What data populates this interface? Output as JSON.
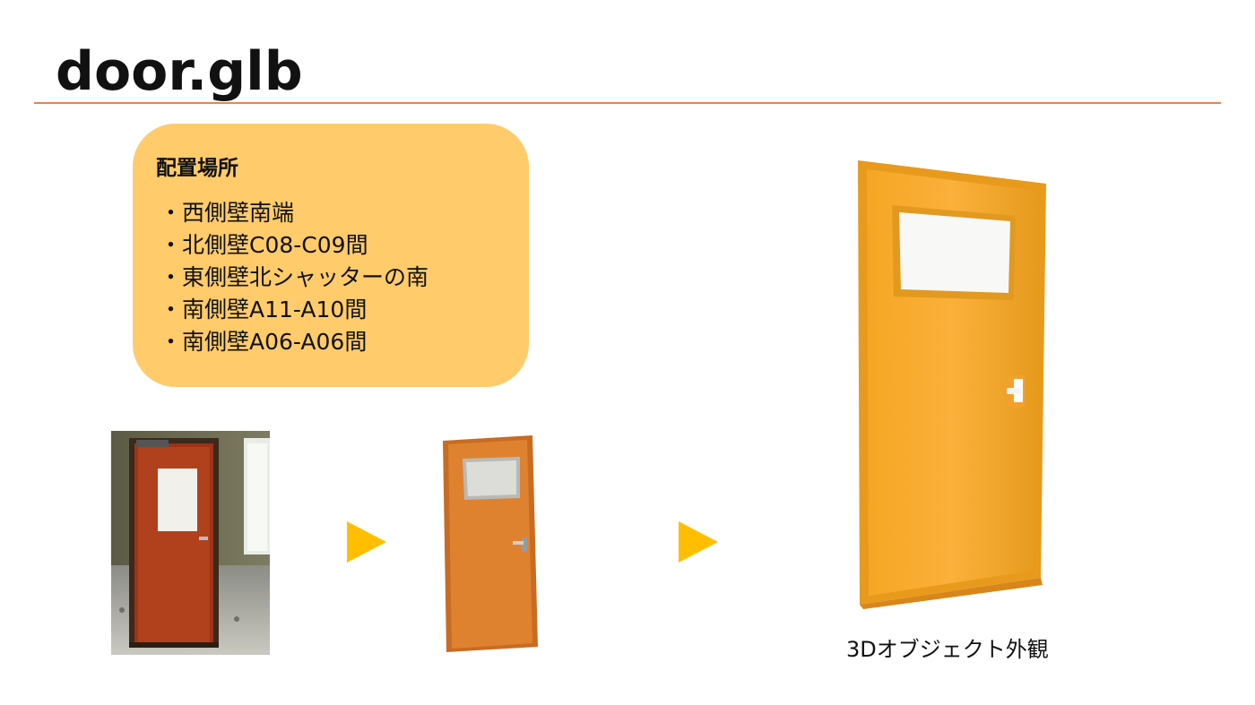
{
  "slide": {
    "title": "door.glb",
    "accent_color": "#e8844a",
    "box_color": "#ffcb6b",
    "arrow_color": "#ffbf00"
  },
  "placement": {
    "heading": "配置場所",
    "locations": [
      "西側壁南端",
      "北側壁C08-C09間",
      "東側壁北シャッターの南",
      "南側壁A11-A10間",
      "南側壁A06-A06間"
    ]
  },
  "figures": {
    "photo_icon": "door-photo",
    "model_icon": "door-model",
    "arrow_icon": "triangle-right",
    "caption": "3Dオブジェクト外観"
  }
}
